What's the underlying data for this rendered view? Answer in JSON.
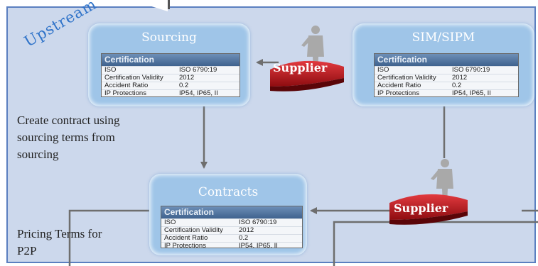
{
  "upstream_label": "Upstream",
  "nodes": {
    "sourcing": {
      "title": "Sourcing"
    },
    "sim": {
      "title": "SIM/SIPM"
    },
    "contracts": {
      "title": "Contracts"
    }
  },
  "certification": {
    "header": "Certification",
    "rows": [
      {
        "key": "ISO",
        "value": "ISO 6790:19"
      },
      {
        "key": "Certification Validity",
        "value": "2012"
      },
      {
        "key": "Accident Ratio",
        "value": "0.2"
      },
      {
        "key": "IP Protections",
        "value": "IP54, IP65, II"
      }
    ]
  },
  "supplier_label": "Supplier",
  "texts": {
    "create_contract": [
      "Create contract using",
      "sourcing terms from",
      "sourcing"
    ],
    "pricing_terms": [
      "Pricing Terms for",
      "P2P"
    ]
  },
  "colors": {
    "panel_bg": "#ccd8ec",
    "panel_border": "#5b7fc0",
    "node_bg": "#9fc5e8",
    "upstream_text": "#2f73c9",
    "supplier_red": "#c8141c",
    "arrow": "#6e6e6e"
  }
}
